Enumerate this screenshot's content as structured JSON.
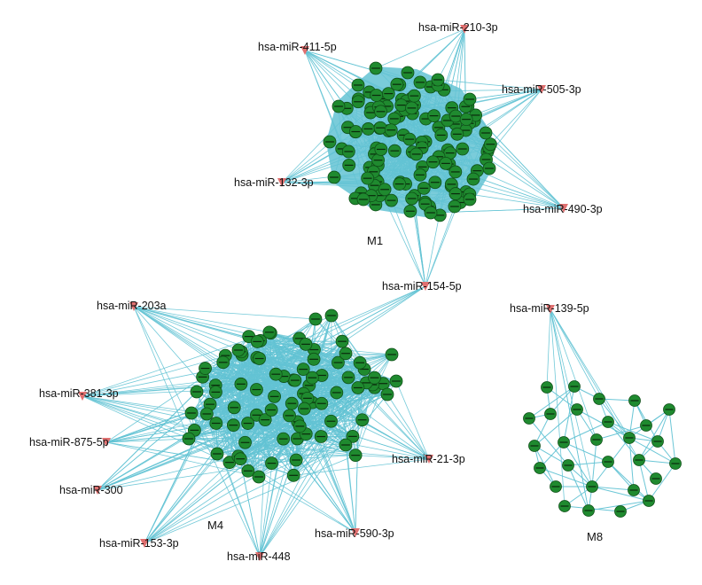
{
  "colors": {
    "edge": "#63c3d4",
    "node_fill": "#1f8a2f",
    "node_stroke": "#0f4f18",
    "mirna_marker": "#e07070"
  },
  "modules": [
    {
      "id": "M1",
      "label": "M1",
      "mirnas": [
        "hsa-miR-411-5p",
        "hsa-miR-210-3p",
        "hsa-miR-505-3p",
        "hsa-miR-132-3p",
        "hsa-miR-490-3p",
        "hsa-miR-154-5p"
      ]
    },
    {
      "id": "M4",
      "label": "M4",
      "mirnas": [
        "hsa-miR-203a",
        "hsa-miR-381-3p",
        "hsa-miR-875-5p",
        "hsa-miR-300",
        "hsa-miR-153-3p",
        "hsa-miR-448",
        "hsa-miR-590-3p",
        "hsa-miR-21-3p",
        "hsa-miR-154-5p"
      ]
    },
    {
      "id": "M8",
      "label": "M8",
      "mirnas": [
        "hsa-miR-139-5p"
      ]
    }
  ],
  "mirna_labels": [
    "hsa-miR-411-5p",
    "hsa-miR-210-3p",
    "hsa-miR-505-3p",
    "hsa-miR-132-3p",
    "hsa-miR-490-3p",
    "hsa-miR-154-5p",
    "hsa-miR-203a",
    "hsa-miR-381-3p",
    "hsa-miR-875-5p",
    "hsa-miR-300",
    "hsa-miR-153-3p",
    "hsa-miR-448",
    "hsa-miR-590-3p",
    "hsa-miR-21-3p",
    "hsa-miR-139-5p"
  ]
}
